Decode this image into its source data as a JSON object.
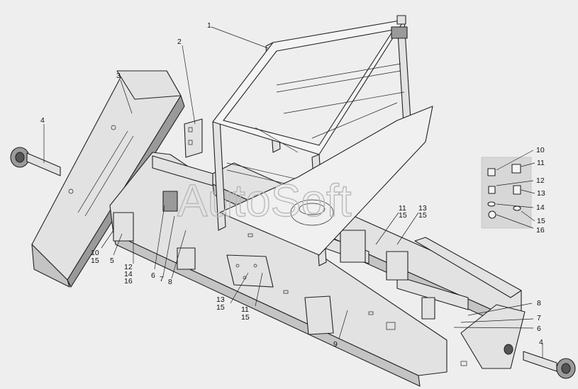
{
  "watermark": "AutoSoft",
  "callouts": {
    "c1": "1",
    "c2": "2",
    "c3": "3",
    "c4_left": "4",
    "c4_right": "4",
    "c5": "5",
    "c6_left": "6",
    "c7_left": "7",
    "c8_left": "8",
    "c6_right": "6",
    "c7_right": "7",
    "c8_right": "8",
    "c9": "9",
    "c10_left": "10",
    "c15_left": "15",
    "c12_left": "12",
    "c14_left": "14",
    "c16_left": "16",
    "c11_mid": "11",
    "c15_mid_a": "15",
    "c13_mid": "13",
    "c15_mid_b": "15",
    "c13_low": "13",
    "c15_low_a": "15",
    "c11_low": "11",
    "c15_low_b": "15",
    "c10_kit": "10",
    "c11_kit": "11",
    "c12_kit": "12",
    "c13_kit": "13",
    "c14_kit": "14",
    "c15_kit": "15",
    "c16_kit": "16"
  }
}
